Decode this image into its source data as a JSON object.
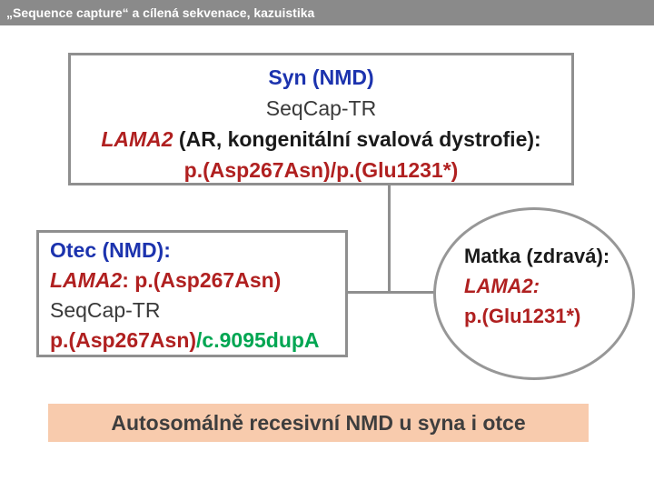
{
  "header": {
    "title": "„Sequence capture“ a cílená sekvenace, kazuistika"
  },
  "son_box": {
    "title": "Syn (NMD)",
    "method": "SeqCap-TR",
    "gene": "LAMA2",
    "gene_desc": " (AR, kongenitální svalová dystrofie):",
    "variants": "p.(Asp267Asn)/p.(Glu1231*)"
  },
  "father_box": {
    "title": "Otec (NMD):",
    "gene": "LAMA2",
    "gene_variant": ": p.(Asp267Asn)",
    "method": "SeqCap-TR",
    "variant_red": "p.(Asp267Asn)",
    "variant_green": "/c.9095dupA"
  },
  "mother_ellipse": {
    "title": "Matka (zdravá):",
    "gene": "LAMA2:",
    "variant": "p.(Glu1231*)"
  },
  "conclusion": {
    "text": "Autosomálně recesivní NMD u syna i otce"
  },
  "colors": {
    "titlebar_bg": "#8a8a8a",
    "border_gray": "#8f8f8f",
    "blue": "#1c33ae",
    "red": "#b02020",
    "green": "#00a652",
    "conclusion_bg": "#f8cbad",
    "conclusion_text": "#3e3e3e"
  }
}
